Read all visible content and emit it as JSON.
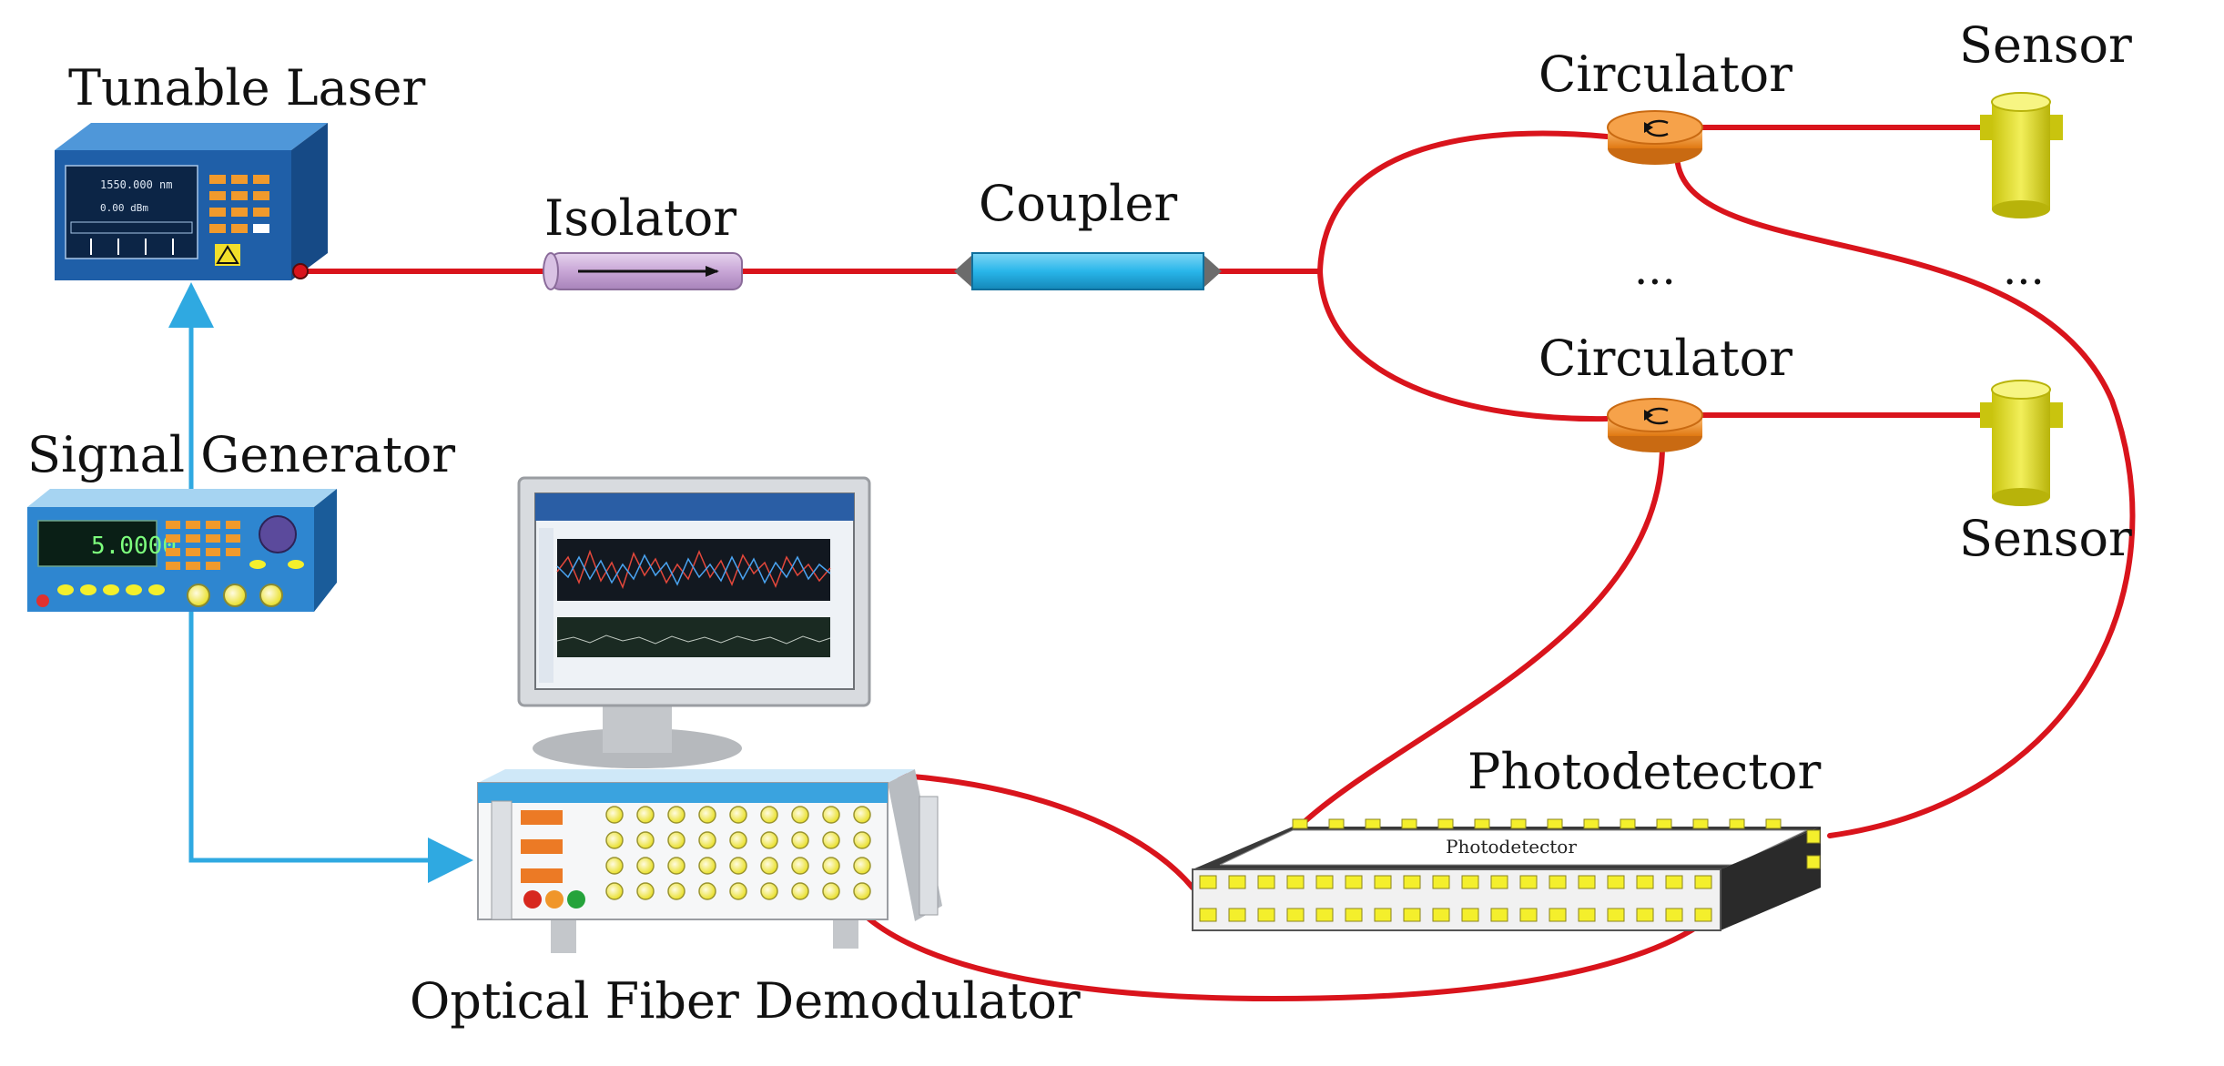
{
  "labels": {
    "tunable_laser": "Tunable Laser",
    "isolator": "Isolator",
    "coupler": "Coupler",
    "circulator_top": "Circulator",
    "circulator_bottom": "Circulator",
    "sensor_top": "Sensor",
    "sensor_bottom": "Sensor",
    "ellipsis_circulator": "...",
    "ellipsis_sensor": "...",
    "signal_generator": "Signal Generator",
    "photodetector": "Photodetector",
    "optical_fiber_demodulator": "Optical Fiber Demodulator"
  },
  "device_text": {
    "laser_wavelength": "1550.000 nm",
    "laser_power": "0.00 dBm",
    "signal_generator_display": "5.0000",
    "photodetector_plate": "Photodetector"
  },
  "colors": {
    "fiber": "#d9141c",
    "signal_line": "#2fa9e1",
    "laser_body": "#1f5fa8",
    "coupler": "#29b6ea",
    "isolator": "#c8a6d6",
    "circulator": "#f28c28",
    "sensor": "#e6e317",
    "port_yellow": "#f4ef2c"
  }
}
